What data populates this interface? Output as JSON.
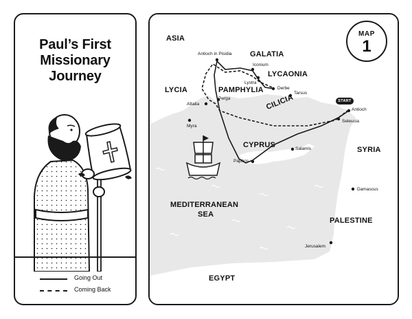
{
  "panel": {
    "title_lines": [
      "Paul’s First",
      "Missionary",
      "Journey"
    ]
  },
  "legend": {
    "going_out": "Going Out",
    "coming_back": "Coming Back"
  },
  "badge": {
    "label": "MAP",
    "number": "1"
  },
  "start_label": "START",
  "regions": {
    "asia": "ASIA",
    "galatia": "GALATIA",
    "lycaonia": "LYCAONIA",
    "lycia": "LYCIA",
    "pamphylia": "PAMPHYLIA",
    "cilicia": "CILICIA",
    "cyprus": "CYPRUS",
    "syria": "SYRIA",
    "mediterranean_line1": "MEDITERRANEAN",
    "mediterranean_line2": "SEA",
    "palestine": "PALESTINE",
    "egypt": "EGYPT"
  },
  "cities": {
    "antioch_pisidia": "Antioch in Pisidia",
    "iconium": "Iconium",
    "lystra": "Lystra",
    "derbe": "Derbe",
    "tarsus": "Tarsus",
    "attalia": "Attalia",
    "perga": "Perga",
    "myra": "Myra",
    "antioch": "Antioch",
    "seleucia": "Seleucia",
    "salamis": "Salamis",
    "paphos": "Paphos",
    "damascus": "Damascus",
    "jerusalem": "Jerusalem"
  },
  "colors": {
    "ink": "#1a1a1a",
    "sea": "#e8e8e8",
    "land": "#ffffff"
  }
}
